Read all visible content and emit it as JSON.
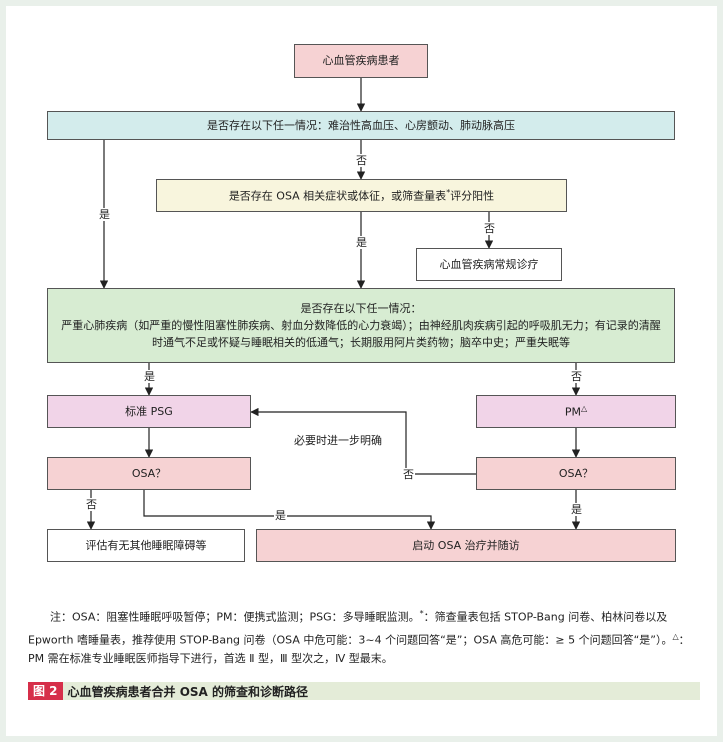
{
  "nodes": {
    "patient": "心血管疾病患者",
    "q1": "是否存在以下任一情况：难治性高血压、心房颤动、肺动脉高压",
    "q2_pre": "是否存在 OSA 相关症状或体征，或筛查量表",
    "q2_mark": "*",
    "q2_post": "评分阳性",
    "routine": "心血管疾病常规诊疗",
    "q3_line1": "是否存在以下任一情况：",
    "q3_line2": "严重心肺疾病（如严重的慢性阻塞性肺疾病、射血分数降低的心力衰竭）；由神经肌肉疾病引起的呼吸肌无力；有记录的清醒",
    "q3_line3": "时通气不足或怀疑与睡眠相关的低通气；长期服用阿片类药物；脑卒中史；严重失眠等",
    "psg": "标准 PSG",
    "pm": "PM",
    "pm_mark": "△",
    "osa_left": "OSA？",
    "osa_right": "OSA？",
    "assess": "评估有无其他睡眠障碍等",
    "treat": "启动 OSA 治疗并随访"
  },
  "labels": {
    "no": "否",
    "yes": "是",
    "further": "必要时进一步明确"
  },
  "note": {
    "part1": "注：OSA：阻塞性睡眠呼吸暂停；PM：便携式监测；PSG：多导睡眠监测。",
    "mark1": "*",
    "part2": "：筛查量表包括 STOP-Bang 问卷、柏林问卷以及 Epworth 嗜睡量表，推荐使用 STOP-Bang 问卷（OSA 中危可能：3~4 个问题回答“是”；OSA 高危可能：≥ 5 个问题回答“是”）。",
    "mark2": "△",
    "part3": "：PM 需在标准专业睡眠医师指导下进行，首选 Ⅱ 型，Ⅲ 型次之，Ⅳ 型最末。"
  },
  "caption": {
    "tag": "图 2",
    "text": "心血管疾病患者合并 OSA 的筛查和诊断路径"
  },
  "colors": {
    "pink": "#f6d2d3",
    "blue": "#d3ecec",
    "cream": "#f8f5dd",
    "green": "#d7ecd2",
    "lilac": "#f1d4e8",
    "caption_tag": "#d62f4a"
  }
}
